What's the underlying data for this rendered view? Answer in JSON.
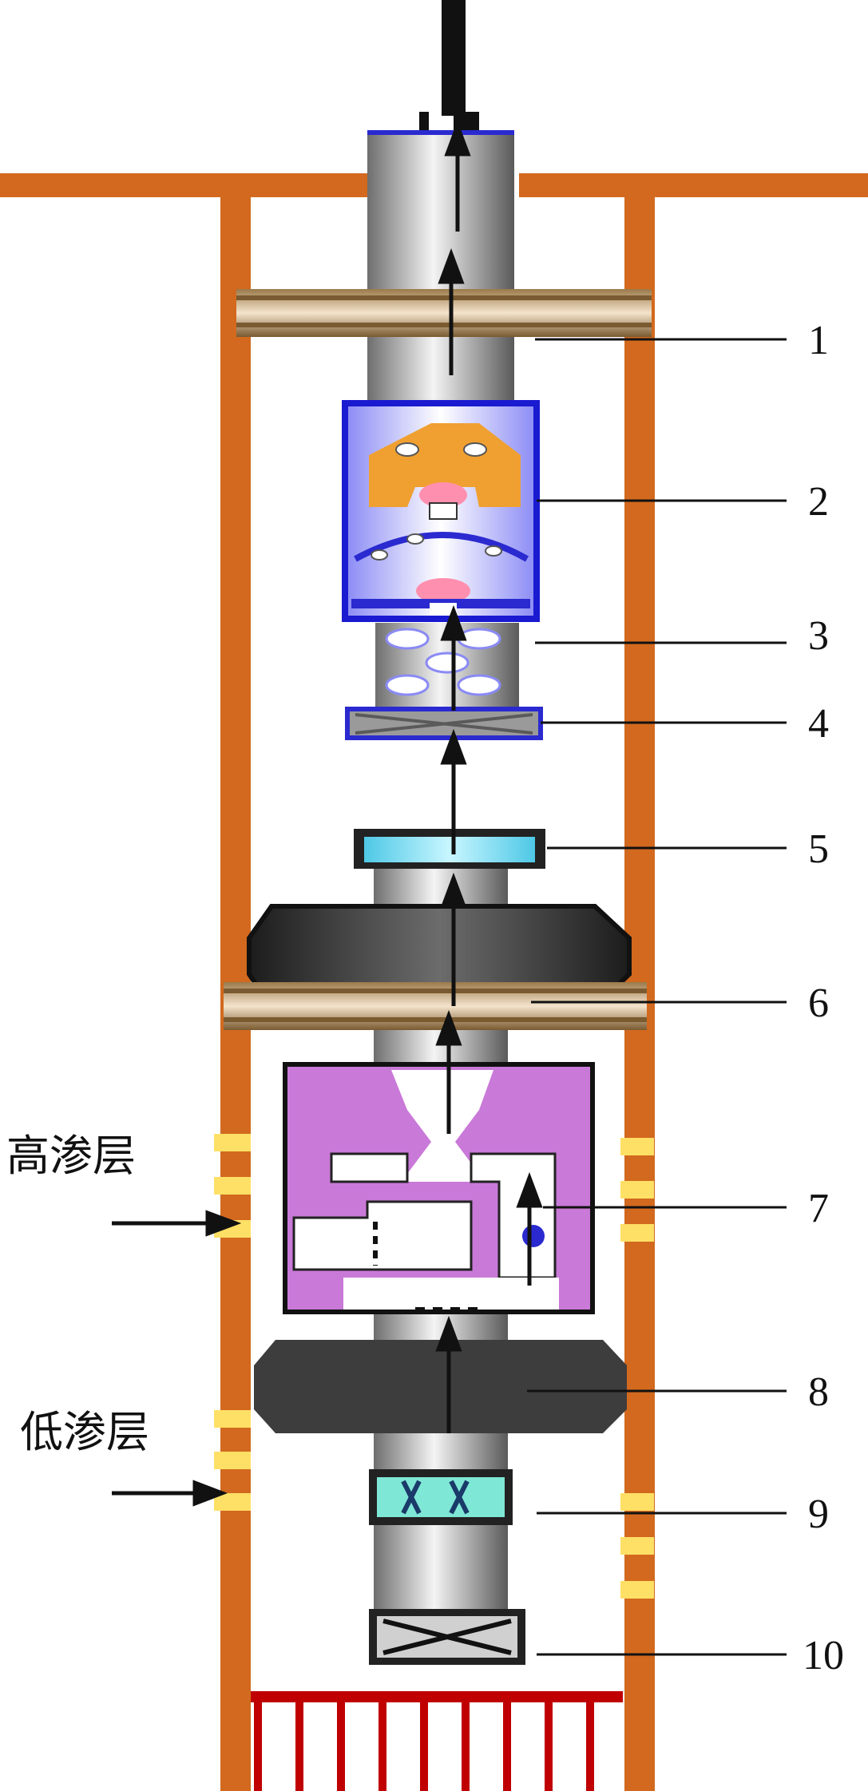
{
  "zones": {
    "high": "高渗层",
    "low": "低渗层"
  },
  "callouts": [
    "1",
    "2",
    "3",
    "4",
    "5",
    "6",
    "7",
    "8",
    "9",
    "10"
  ],
  "colors": {
    "casing": "#d2691e",
    "tubing": "#b8b8b8",
    "packer_rubber": "#3a3a3a",
    "perforation": "#ffe066",
    "valve_body": "#c979d8",
    "pump_housing": "#3d3dd6",
    "pump_part": "#f0a030",
    "collar": "#5fd7f0",
    "anchor": "#8b6b3f"
  },
  "icons": {
    "flow_arrow": "arrow-up-icon",
    "zone_arrow": "arrow-right-icon"
  }
}
